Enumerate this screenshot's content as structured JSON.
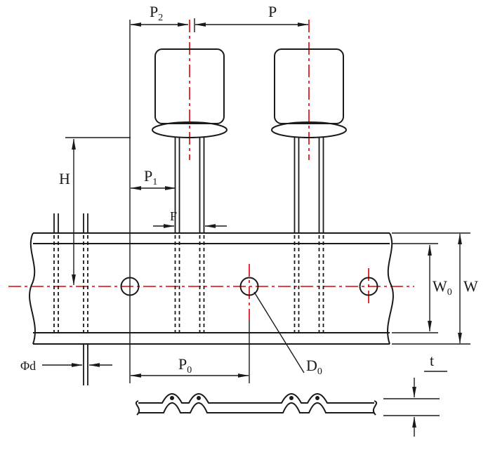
{
  "diagram": {
    "colors": {
      "line": "#1a1a1a",
      "centerline": "#dd0000",
      "background": "#ffffff"
    },
    "labels": {
      "p2": {
        "main": "P",
        "sub": "2"
      },
      "p": {
        "main": "P"
      },
      "h": {
        "main": "H"
      },
      "p1": {
        "main": "P",
        "sub": "1"
      },
      "f": {
        "main": "F"
      },
      "w0": {
        "main": "W",
        "sub": "0"
      },
      "w": {
        "main": "W"
      },
      "phid": {
        "main": "Φd"
      },
      "p0": {
        "main": "P",
        "sub": "0"
      },
      "d0": {
        "main": "D",
        "sub": "0"
      },
      "t": {
        "main": "t"
      }
    }
  }
}
